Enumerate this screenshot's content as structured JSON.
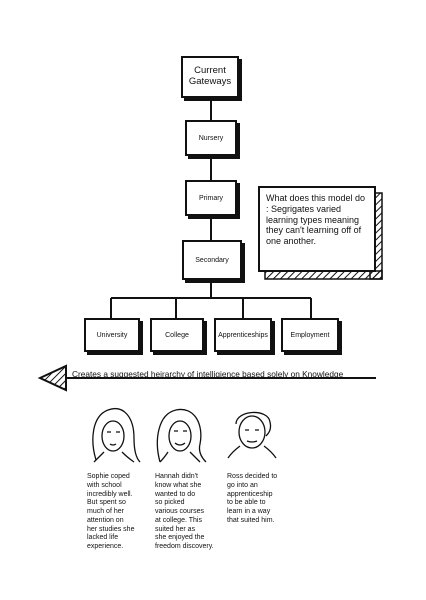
{
  "tree": {
    "root": "Current\nGateways",
    "levels": [
      "Nursery",
      "Primary",
      "Secondary"
    ],
    "outcomes": [
      "University",
      "College",
      "Apprenticeships",
      "Employment"
    ]
  },
  "question_box": {
    "text": "What does this model do : Segrigates varied learning types meaning they can't learning off of one another."
  },
  "arrow_caption": "Creates a suggested heirarchy of intelligience based solely on Knowledge",
  "people": [
    {
      "icon": "woman-long-hair-portrait-icon",
      "caption": "Sophie coped\nwith school\nincredibly well.\nBut spent so\nmuch of her\nattention on\nher studies she\nlacked life\nexperience."
    },
    {
      "icon": "woman-smiling-portrait-icon",
      "caption": "Hannah didn't\nknow what she\nwanted to do\nso picked\nvarious courses\nat college. This\nsuited her as\nshe enjoyed the\nfreedom discovery."
    },
    {
      "icon": "man-short-hair-portrait-icon",
      "caption": "Ross decided to\ngo into an\napprenticeship\nto be able to\nlearn in a way\nthat suited him."
    }
  ]
}
